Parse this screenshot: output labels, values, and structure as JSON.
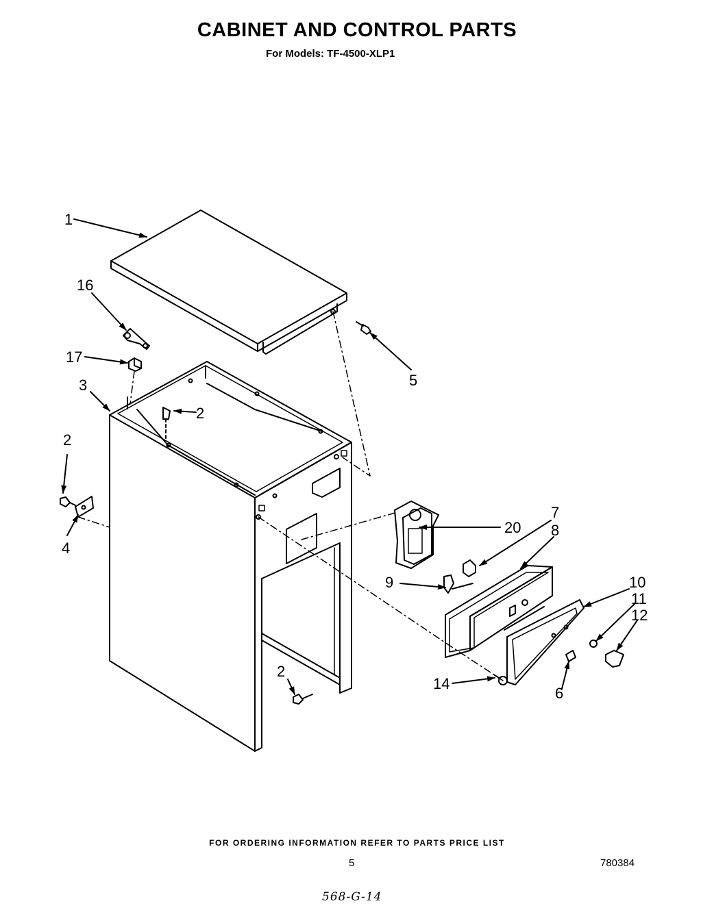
{
  "header": {
    "title": "CABINET AND CONTROL PARTS",
    "models": "For Models:  TF-4500-XLP1"
  },
  "callouts": {
    "c1": "1",
    "c16": "16",
    "c5": "5",
    "c17": "17",
    "c3": "3",
    "c2a": "2",
    "c2b": "2",
    "c2c": "2",
    "c4": "4",
    "c20": "20",
    "c7": "7",
    "c8": "8",
    "c9": "9",
    "c10": "10",
    "c11": "11",
    "c12": "12",
    "c14": "14",
    "c6": "6"
  },
  "footer": {
    "ordering_note": "FOR ORDERING INFORMATION REFER TO PARTS PRICE LIST",
    "page_number": "5",
    "doc_number": "780384",
    "handwritten_note": "568-G-14"
  }
}
